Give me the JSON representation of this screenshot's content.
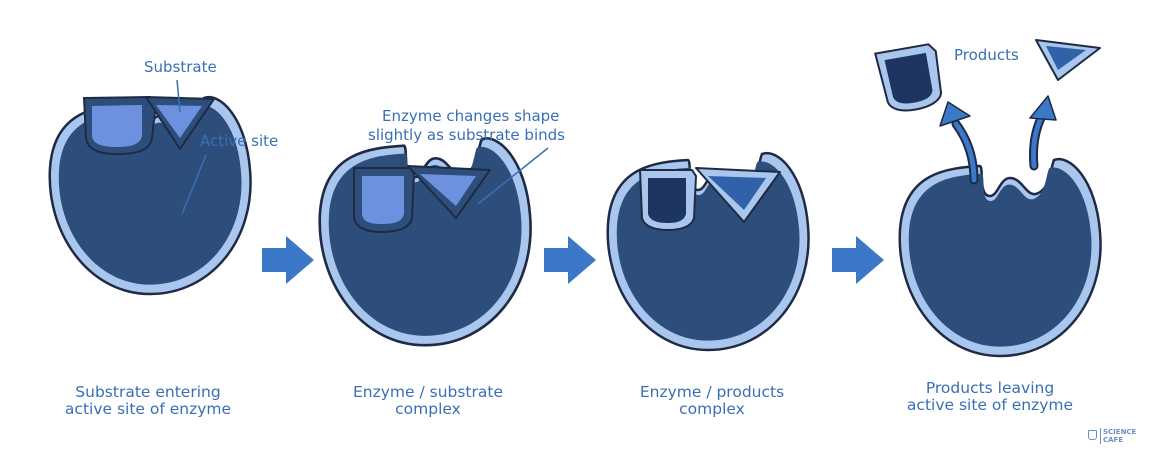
{
  "colors": {
    "enzyme_body": "#2d4e7a",
    "enzyme_rim": "#a9c6ee",
    "outline": "#1f2a44",
    "substrate_light": "#6c92df",
    "substrate_dark": "#1d3560",
    "product_triangle": "#2f62a8",
    "arrow": "#3b78c8",
    "label_text": "#3a6fb5"
  },
  "labels": {
    "substrate": "Substrate",
    "active_site": "Active site",
    "shape_change_line1": "Enzyme changes shape",
    "shape_change_line2": "slightly as substrate binds",
    "products": "Products"
  },
  "captions": [
    {
      "line1": "Substrate entering",
      "line2": "active site of enzyme"
    },
    {
      "line1": "Enzyme / substrate",
      "line2": "complex"
    },
    {
      "line1": "Enzyme / products",
      "line2": "complex"
    },
    {
      "line1": "Products leaving",
      "line2": "active site of enzyme"
    }
  ],
  "logo": {
    "line1": "SCIENCE",
    "line2": "CAFE"
  },
  "icons": [
    "step-arrow-icon",
    "product-release-arrow-icon"
  ]
}
